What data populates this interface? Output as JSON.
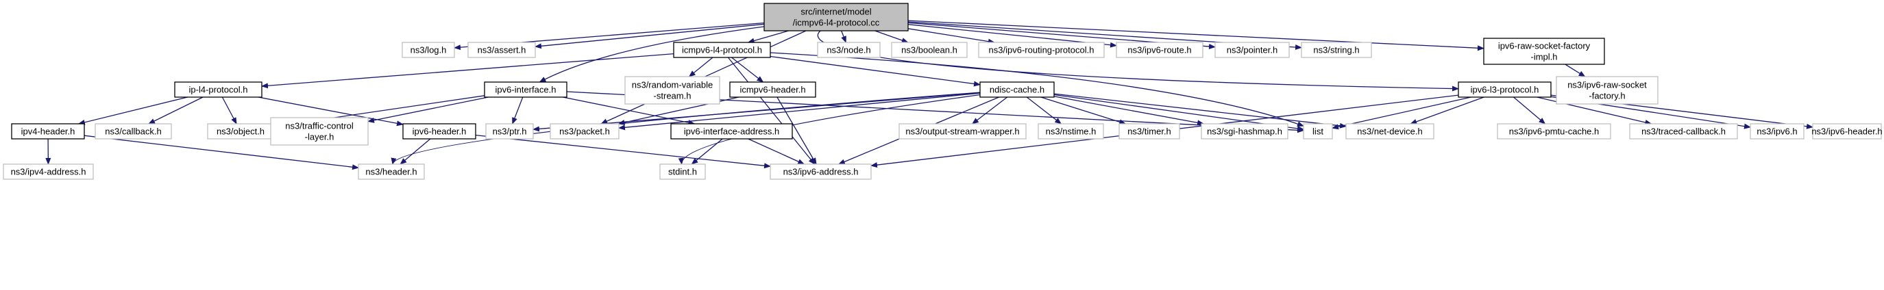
{
  "colors": {
    "edge": "#191970",
    "root_fill": "#bfbfbf",
    "node_border": "#000000",
    "external_border": "#bfbfbf",
    "text": "#000000",
    "background": "#ffffff"
  },
  "nodes": [
    {
      "id": "root",
      "label": [
        "src/internet/model",
        "/icmpv6-l4-protocol.cc"
      ],
      "kind": "root"
    },
    {
      "id": "log",
      "label": [
        "ns3/log.h"
      ],
      "kind": "external"
    },
    {
      "id": "assert",
      "label": [
        "ns3/assert.h"
      ],
      "kind": "external"
    },
    {
      "id": "icmpv6l4",
      "label": [
        "icmpv6-l4-protocol.h"
      ],
      "kind": "local"
    },
    {
      "id": "node",
      "label": [
        "ns3/node.h"
      ],
      "kind": "external"
    },
    {
      "id": "boolean",
      "label": [
        "ns3/boolean.h"
      ],
      "kind": "external"
    },
    {
      "id": "routingproto",
      "label": [
        "ns3/ipv6-routing-protocol.h"
      ],
      "kind": "external"
    },
    {
      "id": "route",
      "label": [
        "ns3/ipv6-route.h"
      ],
      "kind": "external"
    },
    {
      "id": "pointer",
      "label": [
        "ns3/pointer.h"
      ],
      "kind": "external"
    },
    {
      "id": "string",
      "label": [
        "ns3/string.h"
      ],
      "kind": "external"
    },
    {
      "id": "rawfactoryimpl",
      "label": [
        "ipv6-raw-socket-factory",
        "-impl.h"
      ],
      "kind": "local"
    },
    {
      "id": "iplayer4",
      "label": [
        "ip-l4-protocol.h"
      ],
      "kind": "local"
    },
    {
      "id": "randvar",
      "label": [
        "ns3/random-variable",
        "-stream.h"
      ],
      "kind": "external"
    },
    {
      "id": "ipv6iface",
      "label": [
        "ipv6-interface.h"
      ],
      "kind": "local"
    },
    {
      "id": "icmpv6header",
      "label": [
        "icmpv6-header.h"
      ],
      "kind": "local"
    },
    {
      "id": "ndisc",
      "label": [
        "ndisc-cache.h"
      ],
      "kind": "local"
    },
    {
      "id": "ipv6l3",
      "label": [
        "ipv6-l3-protocol.h"
      ],
      "kind": "local"
    },
    {
      "id": "rawfactory",
      "label": [
        "ns3/ipv6-raw-socket",
        "-factory.h"
      ],
      "kind": "external"
    },
    {
      "id": "ipv4header",
      "label": [
        "ipv4-header.h"
      ],
      "kind": "local"
    },
    {
      "id": "callback",
      "label": [
        "ns3/callback.h"
      ],
      "kind": "external"
    },
    {
      "id": "object",
      "label": [
        "ns3/object.h"
      ],
      "kind": "external"
    },
    {
      "id": "tclayer",
      "label": [
        "ns3/traffic-control",
        "-layer.h"
      ],
      "kind": "external"
    },
    {
      "id": "ipv6header",
      "label": [
        "ipv6-header.h"
      ],
      "kind": "local"
    },
    {
      "id": "ptr",
      "label": [
        "ns3/ptr.h"
      ],
      "kind": "external"
    },
    {
      "id": "packet",
      "label": [
        "ns3/packet.h"
      ],
      "kind": "external"
    },
    {
      "id": "ifaceaddr",
      "label": [
        "ipv6-interface-address.h"
      ],
      "kind": "local"
    },
    {
      "id": "osw",
      "label": [
        "ns3/output-stream-wrapper.h"
      ],
      "kind": "external"
    },
    {
      "id": "nstime",
      "label": [
        "ns3/nstime.h"
      ],
      "kind": "external"
    },
    {
      "id": "timer",
      "label": [
        "ns3/timer.h"
      ],
      "kind": "external"
    },
    {
      "id": "sgihash",
      "label": [
        "ns3/sgi-hashmap.h"
      ],
      "kind": "external"
    },
    {
      "id": "list",
      "label": [
        "list"
      ],
      "kind": "external"
    },
    {
      "id": "netdevice",
      "label": [
        "ns3/net-device.h"
      ],
      "kind": "external"
    },
    {
      "id": "pmtu",
      "label": [
        "ns3/ipv6-pmtu-cache.h"
      ],
      "kind": "external"
    },
    {
      "id": "tracedcb",
      "label": [
        "ns3/traced-callback.h"
      ],
      "kind": "external"
    },
    {
      "id": "ipv6h",
      "label": [
        "ns3/ipv6.h"
      ],
      "kind": "external"
    },
    {
      "id": "ns3ipv6header",
      "label": [
        "ns3/ipv6-header.h"
      ],
      "kind": "external"
    },
    {
      "id": "ipv4addr",
      "label": [
        "ns3/ipv4-address.h"
      ],
      "kind": "external"
    },
    {
      "id": "header",
      "label": [
        "ns3/header.h"
      ],
      "kind": "external"
    },
    {
      "id": "stdint",
      "label": [
        "stdint.h"
      ],
      "kind": "external"
    },
    {
      "id": "ipv6addr",
      "label": [
        "ns3/ipv6-address.h"
      ],
      "kind": "external"
    }
  ],
  "edges": [
    [
      "root",
      "log"
    ],
    [
      "root",
      "assert"
    ],
    [
      "root",
      "icmpv6l4"
    ],
    [
      "root",
      "node"
    ],
    [
      "root",
      "boolean"
    ],
    [
      "root",
      "routingproto"
    ],
    [
      "root",
      "route"
    ],
    [
      "root",
      "pointer"
    ],
    [
      "root",
      "string"
    ],
    [
      "root",
      "rawfactoryimpl"
    ],
    [
      "root",
      "ipv6iface"
    ],
    [
      "root",
      "packet"
    ],
    [
      "root",
      "ipv6l3"
    ],
    [
      "icmpv6l4",
      "iplayer4"
    ],
    [
      "icmpv6l4",
      "randvar"
    ],
    [
      "icmpv6l4",
      "icmpv6header"
    ],
    [
      "icmpv6l4",
      "ndisc"
    ],
    [
      "icmpv6l4",
      "ipv6addr"
    ],
    [
      "icmpv6l4",
      "list"
    ],
    [
      "rawfactoryimpl",
      "rawfactory"
    ],
    [
      "iplayer4",
      "ipv4header"
    ],
    [
      "iplayer4",
      "callback"
    ],
    [
      "iplayer4",
      "object"
    ],
    [
      "iplayer4",
      "ipv6header"
    ],
    [
      "ipv6iface",
      "object"
    ],
    [
      "ipv6iface",
      "tclayer"
    ],
    [
      "ipv6iface",
      "ptr"
    ],
    [
      "ipv6iface",
      "ifaceaddr"
    ],
    [
      "ipv6iface",
      "list"
    ],
    [
      "icmpv6header",
      "packet"
    ],
    [
      "icmpv6header",
      "ipv6addr"
    ],
    [
      "ndisc",
      "header"
    ],
    [
      "ndisc",
      "ptr"
    ],
    [
      "ndisc",
      "packet"
    ],
    [
      "ndisc",
      "stdint"
    ],
    [
      "ndisc",
      "osw"
    ],
    [
      "ndisc",
      "ipv6addr"
    ],
    [
      "ndisc",
      "nstime"
    ],
    [
      "ndisc",
      "timer"
    ],
    [
      "ndisc",
      "sgihash"
    ],
    [
      "ndisc",
      "list"
    ],
    [
      "ndisc",
      "netdevice"
    ],
    [
      "ipv6l3",
      "list"
    ],
    [
      "ipv6l3",
      "netdevice"
    ],
    [
      "ipv6l3",
      "pmtu"
    ],
    [
      "ipv6l3",
      "ipv6addr"
    ],
    [
      "ipv6l3",
      "tracedcb"
    ],
    [
      "ipv6l3",
      "ipv6h"
    ],
    [
      "ipv6l3",
      "ns3ipv6header"
    ],
    [
      "ipv4header",
      "ipv4addr"
    ],
    [
      "ipv4header",
      "header"
    ],
    [
      "ipv6header",
      "header"
    ],
    [
      "ipv6header",
      "ipv6addr"
    ],
    [
      "ifaceaddr",
      "stdint"
    ],
    [
      "ifaceaddr",
      "ipv6addr"
    ]
  ]
}
